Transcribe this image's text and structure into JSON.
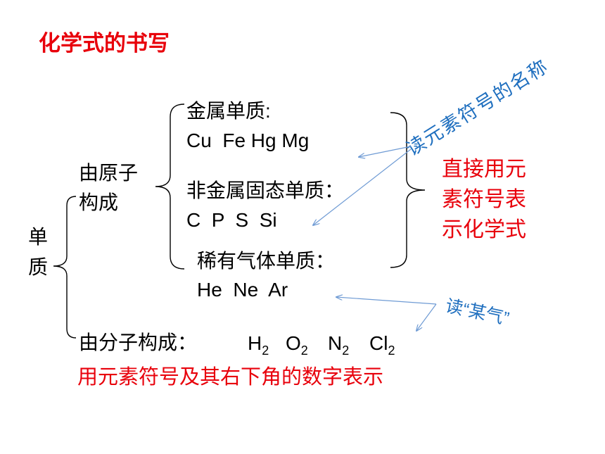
{
  "title": "化学式的书写",
  "root": {
    "line1": "单",
    "line2": "质"
  },
  "atomic": {
    "line1": "由原子",
    "line2": "构成",
    "groups": [
      {
        "heading": "金属单质:",
        "examples": "Cu  Fe Hg Mg"
      },
      {
        "heading": "非金属固态单质：",
        "examples": "C  P  S  Si"
      },
      {
        "heading": "稀有气体单质：",
        "examples": "He  Ne  Ar"
      }
    ],
    "rule_lines": [
      "直接用元",
      "素符号表",
      "示化学式"
    ]
  },
  "notes": {
    "element_name": "读元素符号的名称",
    "noble_gas": "读“某气”"
  },
  "molecular": {
    "label": "由分子构成：",
    "formulas": [
      {
        "symbol": "H",
        "sub": "2"
      },
      {
        "symbol": "O",
        "sub": "2"
      },
      {
        "symbol": "N",
        "sub": "2"
      },
      {
        "symbol": "Cl",
        "sub": "2"
      }
    ],
    "rule": "用元素符号及其右下角的数字表示"
  },
  "colors": {
    "title": "#e8000b",
    "rule": "#e8000b",
    "note": "#1f6fbf",
    "arrow": "#6f9bd4",
    "text": "#000000"
  }
}
